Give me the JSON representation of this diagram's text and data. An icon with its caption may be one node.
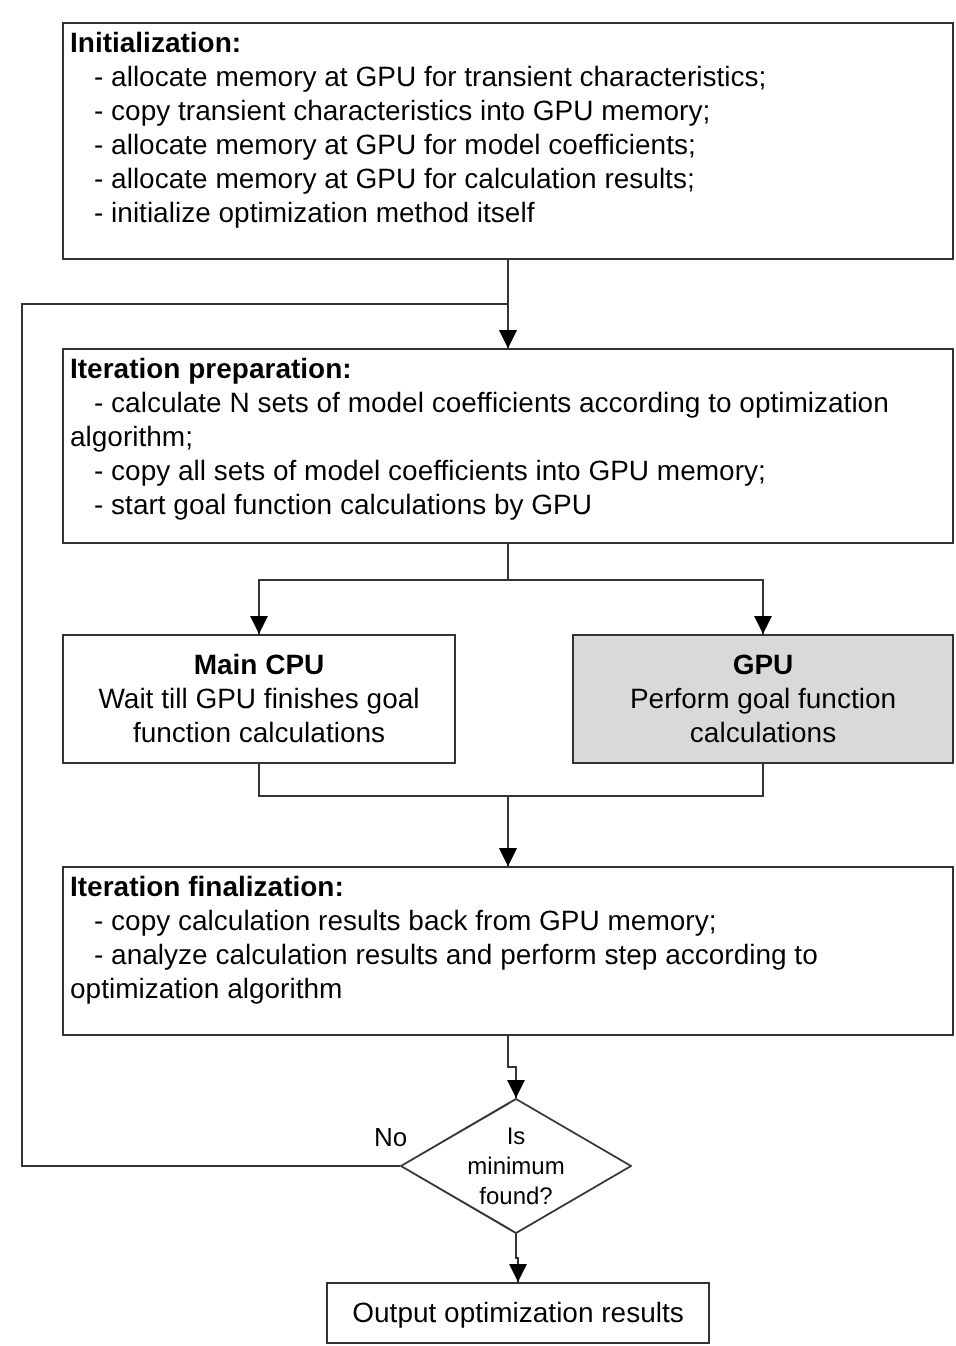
{
  "diagram": {
    "nodes": [
      {
        "text": [
          "Initialization:",
          "- allocate memory at GPU for transient characteristics;",
          "- copy transient characteristics into GPU memory;",
          "- allocate memory at GPU for model coefficients;",
          "- allocate memory at GPU for calculation results;",
          "- initialize optimization method itself"
        ]
      },
      {
        "text": [
          "Iteration preparation:",
          "- calculate N sets of model coefficients according to optimization algorithm;",
          "- copy all sets of model coefficients into GPU memory;",
          "- start goal function calculations by GPU"
        ]
      },
      {
        "text": [
          "Main CPU",
          "Wait till GPU finishes goal function calculations"
        ]
      },
      {
        "text": [
          "GPU",
          "Perform goal function calculations"
        ]
      },
      {
        "text": [
          "Iteration finalization:",
          "- copy calculation results back from GPU memory;",
          "- analyze calculation results and perform step according to optimization algorithm"
        ]
      },
      {
        "text": [
          "Is minimum found?"
        ]
      },
      {
        "text": [
          "Output optimization results"
        ]
      }
    ],
    "edges": [
      {
        "from": 0,
        "to": 1,
        "arrow": "to"
      },
      {
        "from": 1,
        "to": 2,
        "arrow": "to"
      },
      {
        "from": 1,
        "to": 3,
        "arrow": "to"
      },
      {
        "from": 2,
        "to": 4,
        "arrow": "to"
      },
      {
        "from": 3,
        "to": 4,
        "arrow": "to"
      },
      {
        "from": 4,
        "to": 5,
        "arrow": "to"
      },
      {
        "from": 5,
        "to": 1,
        "arrow": "to",
        "label": "No"
      },
      {
        "from": 5,
        "to": 6,
        "arrow": "to"
      }
    ]
  }
}
